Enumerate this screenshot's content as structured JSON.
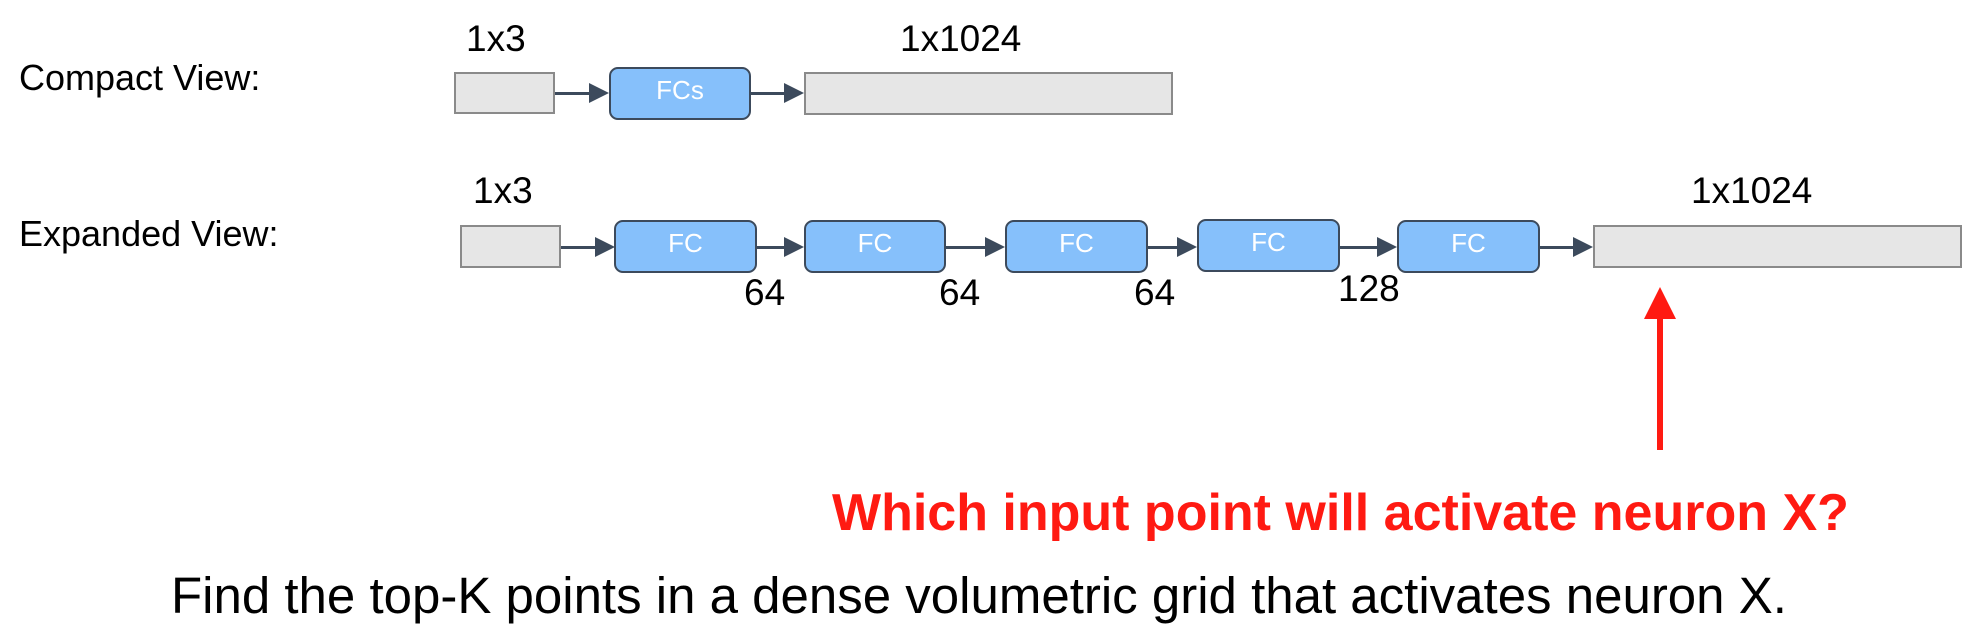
{
  "compact": {
    "label": "Compact View:",
    "input_dim": "1x3",
    "block": "FCs",
    "output_dim": "1x1024"
  },
  "expanded": {
    "label": "Expanded View:",
    "input_dim": "1x3",
    "output_dim": "1x1024",
    "layers": [
      {
        "label": "FC",
        "size": "64"
      },
      {
        "label": "FC",
        "size": "64"
      },
      {
        "label": "FC",
        "size": "64"
      },
      {
        "label": "FC",
        "size": "128"
      },
      {
        "label": "FC",
        "size": ""
      }
    ]
  },
  "question": "Which input point will activate neuron X?",
  "caption": "Find the top-K points in a dense volumetric grid that activates neuron X.",
  "colors": {
    "fc_fill": "#86c0fb",
    "box_fill": "#e6e6e6",
    "arrow": "#3c4a5c",
    "highlight": "#ff1a12"
  }
}
